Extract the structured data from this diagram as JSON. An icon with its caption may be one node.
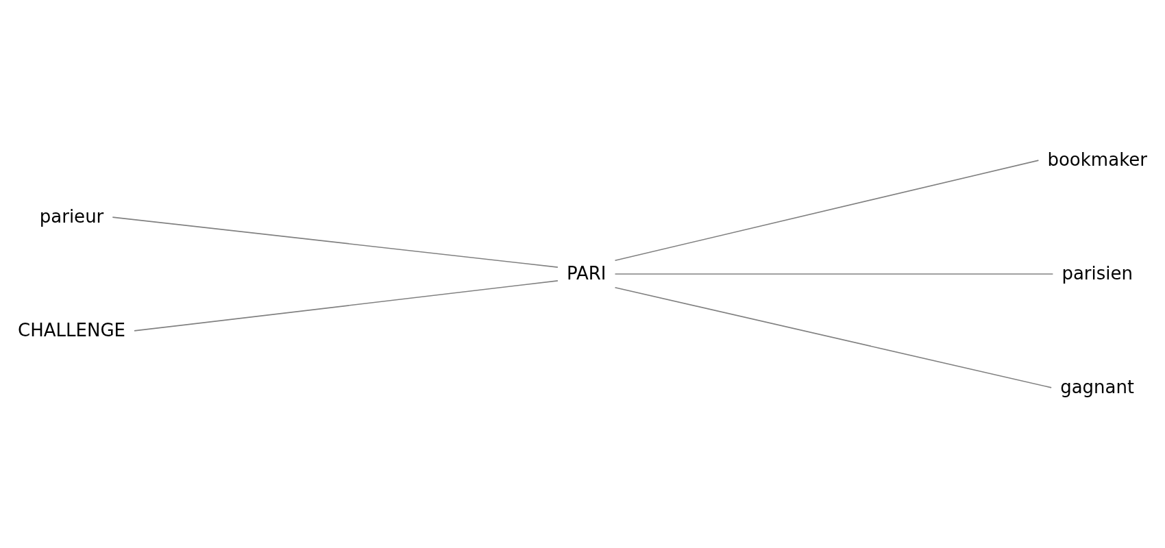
{
  "diagram": {
    "nodes": [
      {
        "text": [
          "bookmaker"
        ]
      },
      {
        "text": [
          "parieur"
        ]
      },
      {
        "text": [
          "parisien"
        ]
      },
      {
        "text": [
          "PARI"
        ]
      },
      {
        "text": [
          "CHALLENGE"
        ]
      },
      {
        "text": [
          "gagnant"
        ]
      }
    ],
    "edges": [
      {
        "from": 3,
        "to": 0,
        "arrow": "none"
      },
      {
        "from": 1,
        "to": 3,
        "arrow": "none"
      },
      {
        "from": 3,
        "to": 2,
        "arrow": "none"
      },
      {
        "from": 4,
        "to": 3,
        "arrow": "none"
      },
      {
        "from": 3,
        "to": 5,
        "arrow": "none"
      }
    ]
  }
}
